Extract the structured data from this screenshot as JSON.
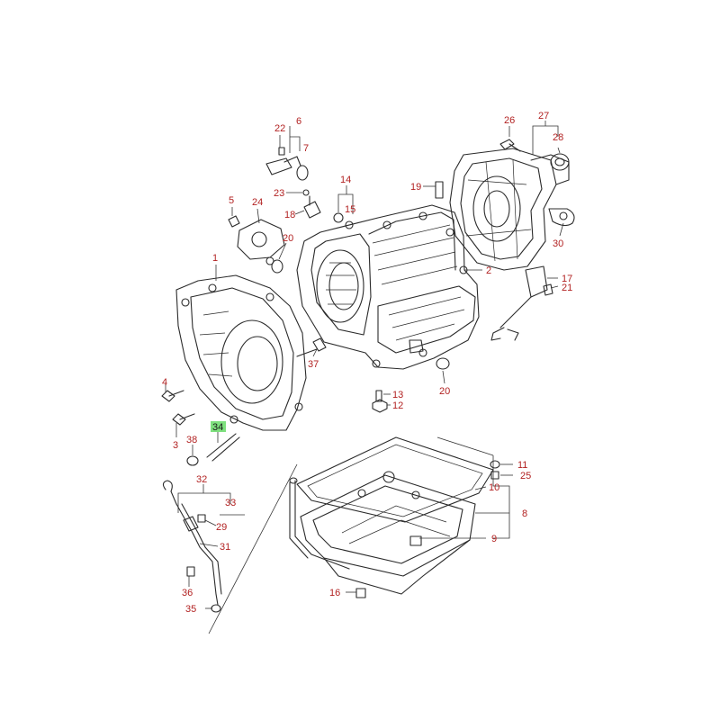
{
  "colors": {
    "callout_text": "#b22222",
    "highlight_background": "#7ee07e",
    "highlight_text": "#1a1a1a",
    "line_art": "#2b2b2b"
  },
  "highlighted_callout": "34",
  "callouts": [
    {
      "id": "c1",
      "label": "1"
    },
    {
      "id": "c2",
      "label": "2"
    },
    {
      "id": "c3",
      "label": "3"
    },
    {
      "id": "c4",
      "label": "4"
    },
    {
      "id": "c5",
      "label": "5"
    },
    {
      "id": "c6",
      "label": "6"
    },
    {
      "id": "c7",
      "label": "7"
    },
    {
      "id": "c8",
      "label": "8"
    },
    {
      "id": "c9",
      "label": "9"
    },
    {
      "id": "c10",
      "label": "10"
    },
    {
      "id": "c11",
      "label": "11"
    },
    {
      "id": "c12",
      "label": "12"
    },
    {
      "id": "c13",
      "label": "13"
    },
    {
      "id": "c14",
      "label": "14"
    },
    {
      "id": "c15",
      "label": "15"
    },
    {
      "id": "c16",
      "label": "16"
    },
    {
      "id": "c17",
      "label": "17"
    },
    {
      "id": "c18",
      "label": "18"
    },
    {
      "id": "c19",
      "label": "19"
    },
    {
      "id": "c20a",
      "label": "20"
    },
    {
      "id": "c20b",
      "label": "20"
    },
    {
      "id": "c21",
      "label": "21"
    },
    {
      "id": "c22",
      "label": "22"
    },
    {
      "id": "c23",
      "label": "23"
    },
    {
      "id": "c24",
      "label": "24"
    },
    {
      "id": "c25",
      "label": "25"
    },
    {
      "id": "c26",
      "label": "26"
    },
    {
      "id": "c27",
      "label": "27"
    },
    {
      "id": "c28",
      "label": "28"
    },
    {
      "id": "c29",
      "label": "29"
    },
    {
      "id": "c30",
      "label": "30"
    },
    {
      "id": "c31",
      "label": "31"
    },
    {
      "id": "c32",
      "label": "32"
    },
    {
      "id": "c33",
      "label": "33"
    },
    {
      "id": "c34",
      "label": "34"
    },
    {
      "id": "c35",
      "label": "35"
    },
    {
      "id": "c36",
      "label": "36"
    },
    {
      "id": "c37",
      "label": "37"
    },
    {
      "id": "c38",
      "label": "38"
    }
  ]
}
